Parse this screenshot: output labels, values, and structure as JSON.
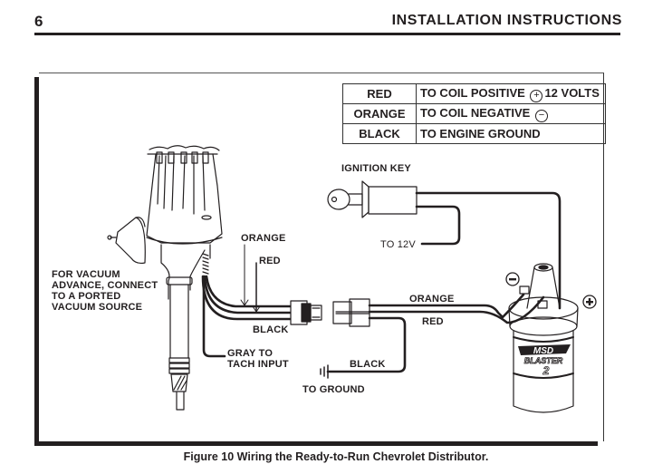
{
  "header": {
    "page_number": "6",
    "title": "INSTALLATION INSTRUCTIONS"
  },
  "legend": {
    "rows": [
      {
        "color": "RED",
        "description": "TO COIL POSITIVE",
        "symbol": "+",
        "suffix": "12 VOLTS"
      },
      {
        "color": "ORANGE",
        "description": "TO COIL NEGATIVE",
        "symbol": "−",
        "suffix": ""
      },
      {
        "color": "BLACK",
        "description": "TO ENGINE GROUND",
        "symbol": "",
        "suffix": ""
      }
    ]
  },
  "labels": {
    "ignition_key": "IGNITION KEY",
    "to_12v": "TO 12V",
    "vacuum_note": [
      "FOR VACUUM",
      "ADVANCE, CONNECT",
      "TO A PORTED",
      "VACUUM SOURCE"
    ],
    "wire_orange_left": "ORANGE",
    "wire_red_left": "RED",
    "wire_black_left": "BLACK",
    "gray_tach": [
      "GRAY TO",
      "TACH INPUT"
    ],
    "wire_orange_right": "ORANGE",
    "wire_red_right": "RED",
    "wire_black_ground": "BLACK",
    "to_ground": "TO GROUND",
    "coil_negative_symbol": "−",
    "coil_positive_symbol": "+",
    "coil_brand": [
      "MSD",
      "BLASTER",
      "2"
    ]
  },
  "caption": "Figure 10  Wiring the Ready-to-Run Chevrolet Distributor."
}
